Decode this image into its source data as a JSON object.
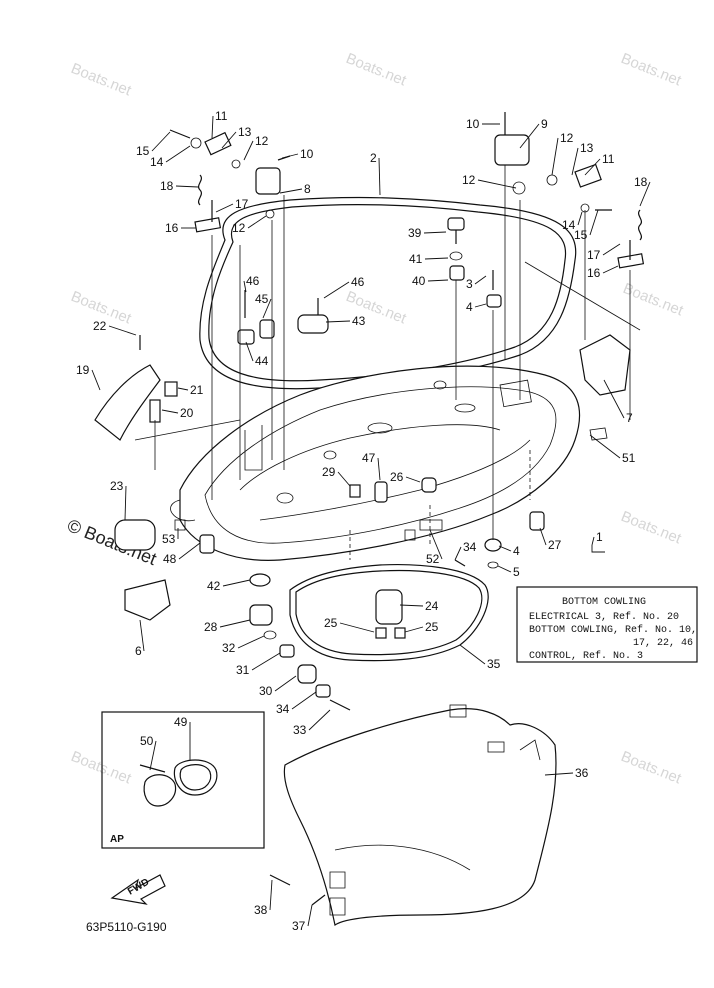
{
  "watermark": "Boats.net",
  "copyright_watermark": "© Boats.net",
  "diagram_code": "63P5110-G190",
  "fwd_label": "FWD",
  "ap_label": "AP",
  "note_box": {
    "heading": "BOTTOM COWLING",
    "lines": [
      "ELECTRICAL 3,  Ref. No. 20",
      "BOTTOM COWLING, Ref. No. 10,",
      "17, 22, 46",
      "CONTROL, Ref. No. 3"
    ]
  },
  "callouts": [
    "11",
    "13",
    "15",
    "12",
    "10",
    "14",
    "18",
    "8",
    "17",
    "16",
    "12",
    "2",
    "10",
    "9",
    "12",
    "13",
    "11",
    "12",
    "18",
    "14",
    "15",
    "17",
    "16",
    "39",
    "41",
    "3",
    "40",
    "4",
    "46",
    "46",
    "45",
    "43",
    "44",
    "22",
    "19",
    "21",
    "20",
    "7",
    "51",
    "23",
    "29",
    "47",
    "26",
    "53",
    "48",
    "1",
    "27",
    "52",
    "34",
    "4",
    "5",
    "42",
    "24",
    "28",
    "32",
    "25",
    "25",
    "31",
    "35",
    "30",
    "34",
    "33",
    "6",
    "49",
    "50",
    "36",
    "38",
    "37"
  ],
  "colors": {
    "ink": "#111111",
    "paper": "#ffffff",
    "watermark": "#d6d6d6"
  }
}
